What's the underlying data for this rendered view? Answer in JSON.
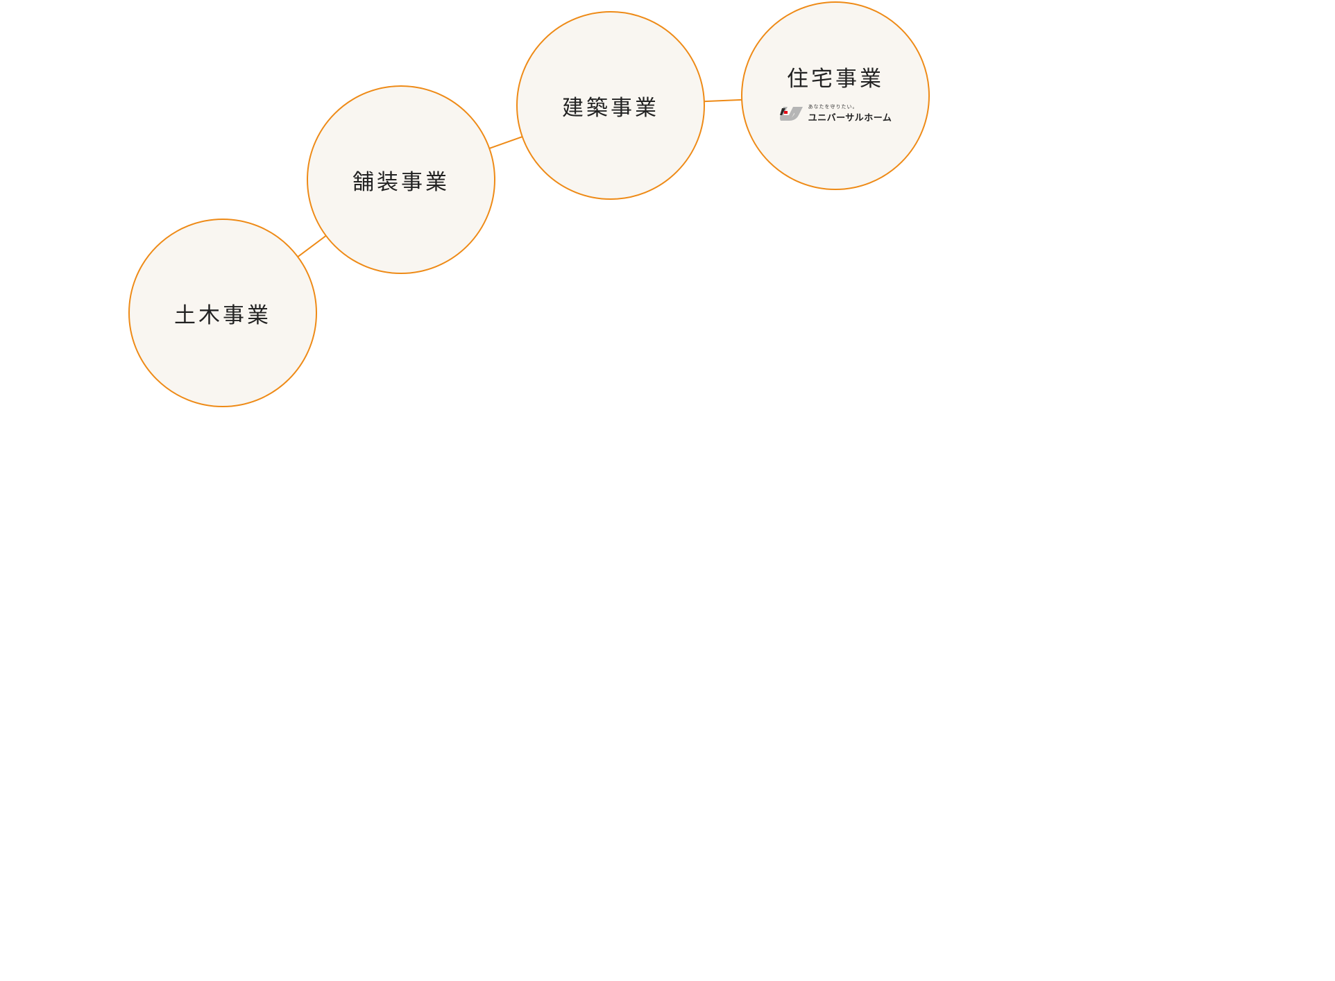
{
  "nodes": [
    {
      "label": "土木事業"
    },
    {
      "label": "舗装事業"
    },
    {
      "label": "建築事業"
    },
    {
      "label": "住宅事業",
      "logo": {
        "tagline": "あなたを守りたい。",
        "brand": "ユニバーサルホーム"
      }
    }
  ],
  "colors": {
    "accent": "#ee8a16",
    "fill": "#f9f6f1",
    "text": "#222222"
  }
}
